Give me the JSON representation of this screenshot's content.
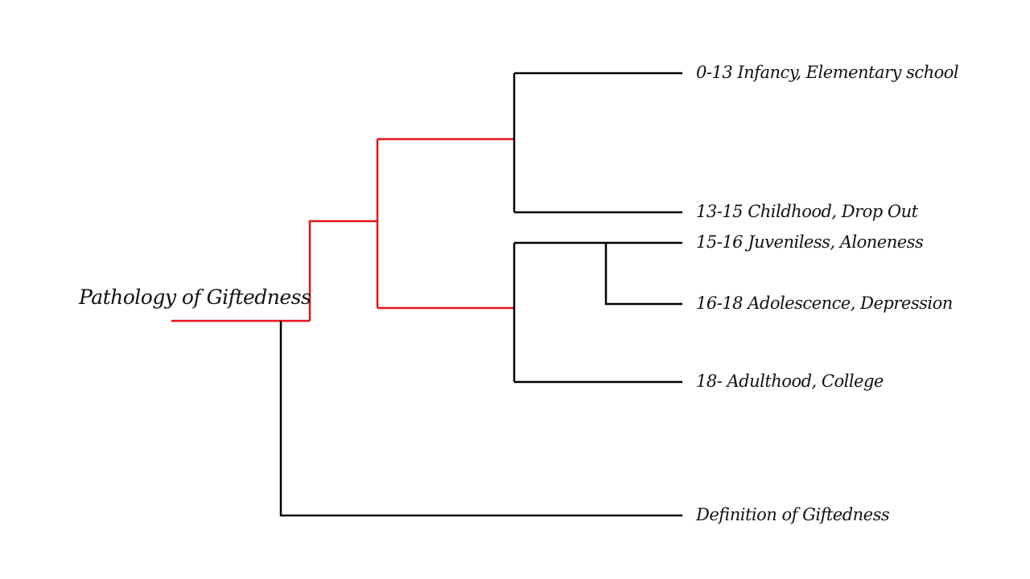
{
  "root": {
    "label": "Pathology of Giftedness"
  },
  "leaves": [
    {
      "id": "infancy",
      "label": "0-13 Infancy, Elementary school"
    },
    {
      "id": "childhood",
      "label": "13-15 Childhood, Drop Out"
    },
    {
      "id": "juvenileness",
      "label": "15-16 Juveniless, Aloneness"
    },
    {
      "id": "adolescence",
      "label": "16-18 Adolescence, Depression"
    },
    {
      "id": "adulthood",
      "label": "18- Adulthood, College"
    },
    {
      "id": "definition",
      "label": "Definition of Giftedness"
    }
  ],
  "colors": {
    "highlight_path": "#e8141b",
    "default_path": "#000000",
    "text": "#111111",
    "background": "#ffffff"
  }
}
